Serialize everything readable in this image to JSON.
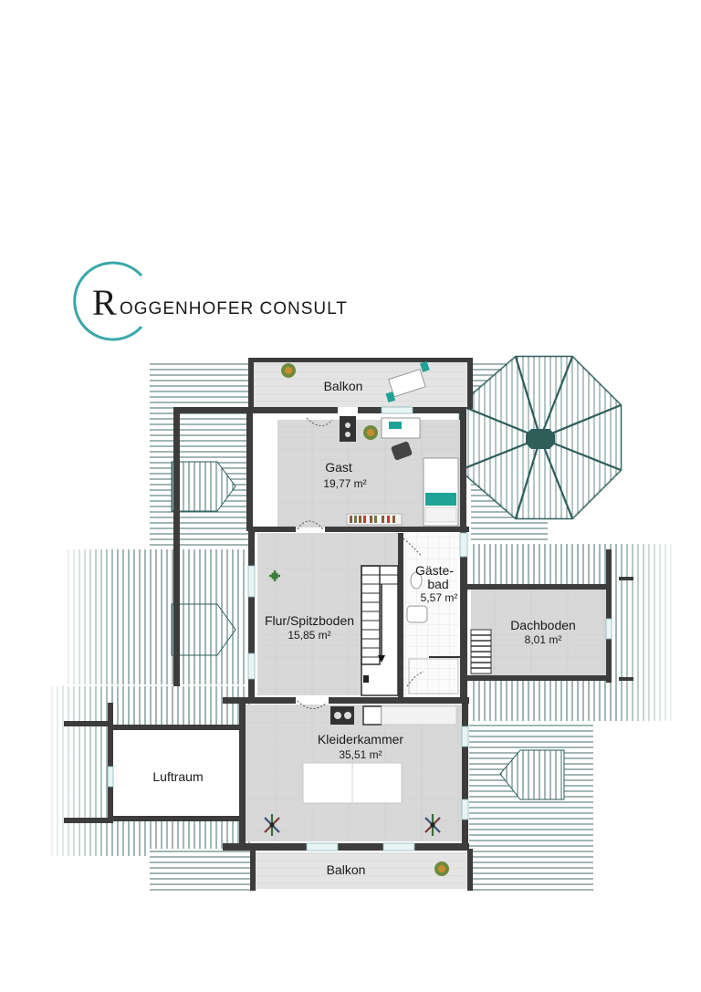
{
  "logo": {
    "initial": "R",
    "text": "OGGENHOFER CONSULT",
    "ring_color": "#3aa7a8"
  },
  "colors": {
    "wall": "#3c3c3c",
    "roof": "#2f5e5a",
    "floor": "#d9d9d9",
    "accent": "#1fa396"
  },
  "rooms": {
    "balkon_top": {
      "name": "Balkon"
    },
    "gast": {
      "name": "Gast",
      "area": "19,77 m²"
    },
    "gaestebad": {
      "name_line1": "Gäste-",
      "name_line2": "bad",
      "area": "5,57 m²"
    },
    "flur": {
      "name": "Flur/Spitzboden",
      "area": "15,85 m²"
    },
    "dachboden": {
      "name": "Dachboden",
      "area": "8,01 m²"
    },
    "kleiderkammer": {
      "name": "Kleiderkammer",
      "area": "35,51 m²"
    },
    "luftraum": {
      "name": "Luftraum"
    },
    "balkon_bottom": {
      "name": "Balkon"
    }
  }
}
